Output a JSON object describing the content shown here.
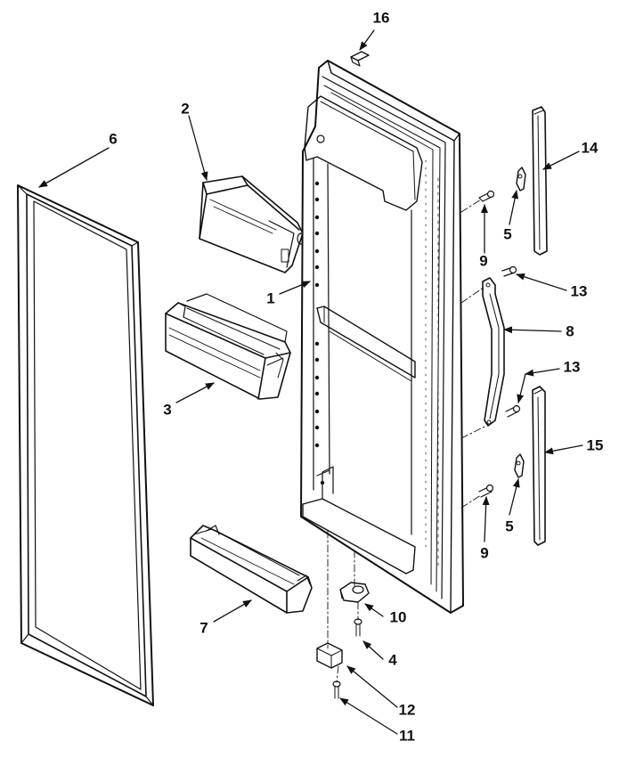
{
  "diagram": {
    "callouts": {
      "c1": "1",
      "c2": "2",
      "c3": "3",
      "c4": "4",
      "c5a": "5",
      "c5b": "5",
      "c6": "6",
      "c7": "7",
      "c8": "8",
      "c9a": "9",
      "c9b": "9",
      "c10": "10",
      "c11": "11",
      "c12": "12",
      "c13a": "13",
      "c13b": "13",
      "c14": "14",
      "c15": "15",
      "c16": "16"
    }
  }
}
